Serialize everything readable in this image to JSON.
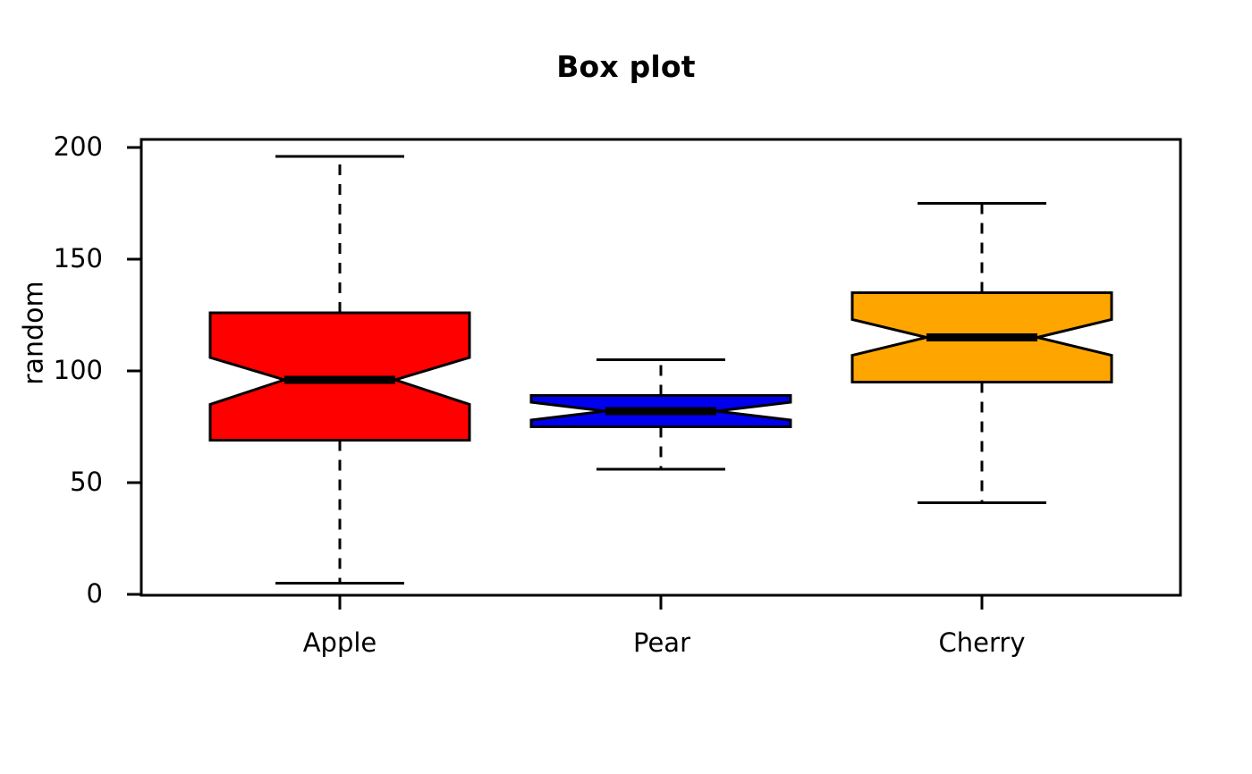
{
  "chart_data": {
    "type": "box",
    "title": "Box plot",
    "xlabel": "",
    "ylabel": "random",
    "ylim": [
      -8,
      208
    ],
    "yticks": [
      0,
      50,
      100,
      150,
      200
    ],
    "ytick_labels": [
      "0",
      "50",
      "100",
      "150",
      "200"
    ],
    "categories": [
      "Apple",
      "Pear",
      "Cherry"
    ],
    "grid": false,
    "legend": "none",
    "notched": true,
    "boxes": [
      {
        "label": "Apple",
        "color": "#FF0000",
        "whisker_low": 5,
        "q1": 69,
        "median": 96,
        "q3": 126,
        "whisker_high": 196,
        "notch_low": 85,
        "notch_high": 106
      },
      {
        "label": "Pear",
        "color": "#0000EE",
        "whisker_low": 56,
        "q1": 75,
        "median": 82,
        "q3": 89,
        "whisker_high": 105,
        "notch_low": 78,
        "notch_high": 86
      },
      {
        "label": "Cherry",
        "color": "#FFA500",
        "whisker_low": 41,
        "q1": 95,
        "median": 115,
        "q3": 135,
        "whisker_high": 175,
        "notch_low": 107,
        "notch_high": 123
      }
    ]
  },
  "axes": {
    "frame_color": "#000000",
    "median_color": "#000000",
    "whisker_style": "dashed"
  }
}
